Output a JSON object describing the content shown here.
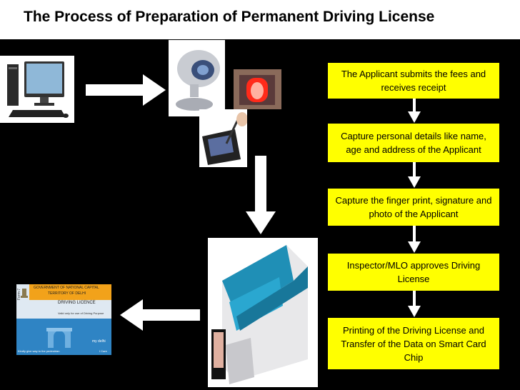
{
  "title": "The Process of Preparation of Permanent Driving License",
  "steps": [
    "The Applicant submits the fees and receives receipt",
    "Capture personal details like name, age and address  of  the Applicant",
    "Capture the finger print, signature and photo of the Applicant",
    " Inspector/MLO approves Driving License",
    "Printing of the Driving License and Transfer of the Data on Smart Card Chip"
  ],
  "card": {
    "header_line1": "GOVERNMENT OF NATIONAL CAPITAL",
    "header_line2": "TERRITORY OF DELHI",
    "title": "DRIVING LICENCE",
    "subtitle": "Valid only for use of Driving Purpose",
    "form_no": "Form-7",
    "footer_left": "Kindly give way to the pedestrian",
    "footer_right_brand": "my delhi",
    "footer_right_tag": "I Care"
  },
  "colors": {
    "step_bg": "#ffff00",
    "background": "#000000",
    "title_bar": "#ffffff",
    "arrow": "#ffffff"
  },
  "icons": [
    "desktop-computer-icon",
    "webcam-icon",
    "fingerprint-scanner-icon",
    "signature-pad-icon",
    "card-printer-icon",
    "driving-licence-card-icon"
  ]
}
